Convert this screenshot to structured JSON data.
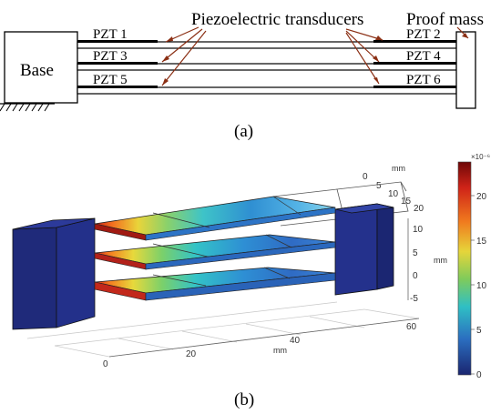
{
  "panel_a": {
    "base_label": "Base",
    "transducers_label": "Piezoelectric transducers",
    "proof_mass_label": "Proof mass",
    "pzt_labels": [
      "PZT 1",
      "PZT 2",
      "PZT 3",
      "PZT 4",
      "PZT 5",
      "PZT 6"
    ],
    "caption": "(a)"
  },
  "panel_b": {
    "caption": "(b)",
    "colorbar": {
      "exponent": "×10⁻⁶",
      "ticks": [
        "20",
        "15",
        "10",
        "5",
        "0"
      ],
      "colors": [
        "#7a0a0a",
        "#d42a1a",
        "#f5a623",
        "#e8e33b",
        "#61c26a",
        "#2ab7c9",
        "#2567b5",
        "#1b2a78"
      ]
    },
    "axis_x": {
      "unit": "mm",
      "ticks": [
        "0",
        "20",
        "40",
        "60"
      ]
    },
    "axis_y": {
      "unit": "mm",
      "ticks": [
        "0",
        "5",
        "10",
        "15",
        "20"
      ]
    },
    "axis_z": {
      "unit": "mm",
      "ticks": [
        "10",
        "5",
        "0",
        "-5"
      ]
    }
  }
}
